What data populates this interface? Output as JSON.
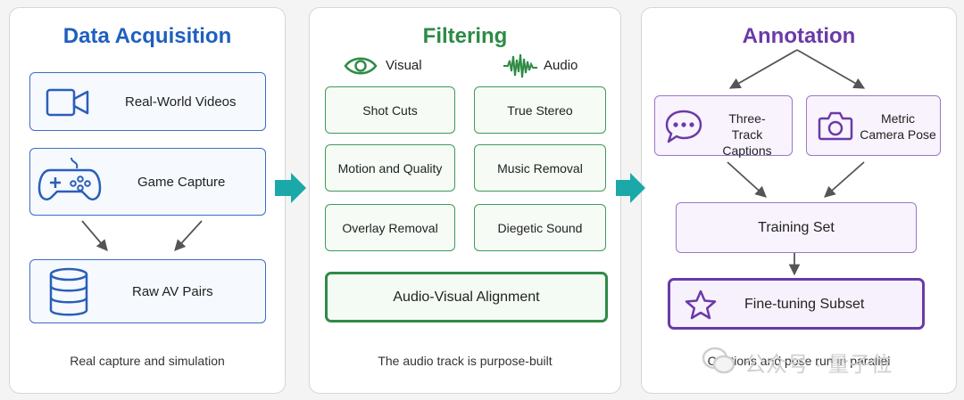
{
  "acquisition": {
    "title": "Data Acquisition",
    "items": [
      "Real-World Videos",
      "Game Capture",
      "Raw AV Pairs"
    ],
    "caption": "Real capture and simulation",
    "icons": [
      "video-camera-icon",
      "gamepad-icon",
      "database-icon"
    ]
  },
  "filtering": {
    "title": "Filtering",
    "visual_label": "Visual",
    "audio_label": "Audio",
    "visual_items": [
      "Shot Cuts",
      "Motion and Quality",
      "Overlay Removal"
    ],
    "audio_items": [
      "True Stereo",
      "Music Removal",
      "Diegetic Sound"
    ],
    "alignment": "Audio-Visual Alignment",
    "caption": "The audio track is purpose-built",
    "icons": [
      "eye-icon",
      "waveform-icon"
    ]
  },
  "annotation": {
    "title": "Annotation",
    "captions_item": [
      "Three-Track",
      "Captions"
    ],
    "pose_item": [
      "Metric",
      "Camera Pose"
    ],
    "training_set": "Training Set",
    "finetune": "Fine-tuning Subset",
    "caption": "Captions and pose run in parallel",
    "icons": [
      "chat-bubble-icon",
      "camera-icon",
      "star-icon"
    ]
  },
  "watermark": {
    "text": "公众号 · 量子位"
  },
  "colors": {
    "acquisition": "#1f5fbf",
    "filtering": "#2e8b45",
    "annotation": "#6a3aa8",
    "flow_arrow": "#1aa8a8"
  }
}
